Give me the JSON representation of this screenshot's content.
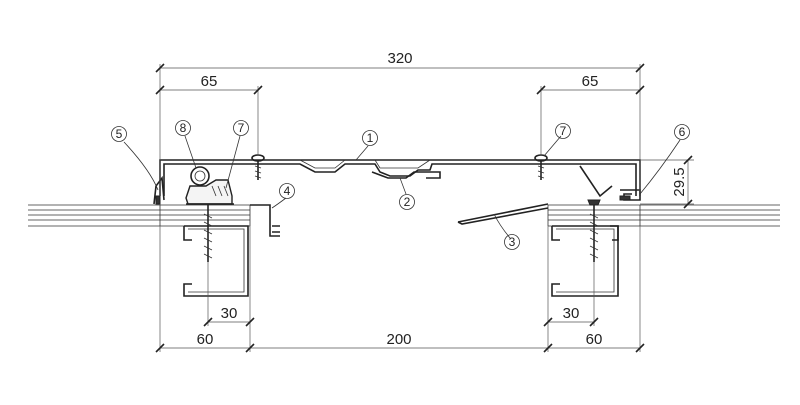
{
  "dimensions": {
    "top_total": "320",
    "top_left_offset": "65",
    "top_right_offset": "65",
    "height": "29.5",
    "bottom_left_stud": "30",
    "bottom_right_stud": "30",
    "bottom_left": "60",
    "bottom_center": "200",
    "bottom_right": "60"
  },
  "callouts": {
    "c1": "1",
    "c2": "2",
    "c3": "3",
    "c4": "4",
    "c5": "5",
    "c6": "6",
    "c7_left": "7",
    "c7_right": "7",
    "c8": "8"
  }
}
